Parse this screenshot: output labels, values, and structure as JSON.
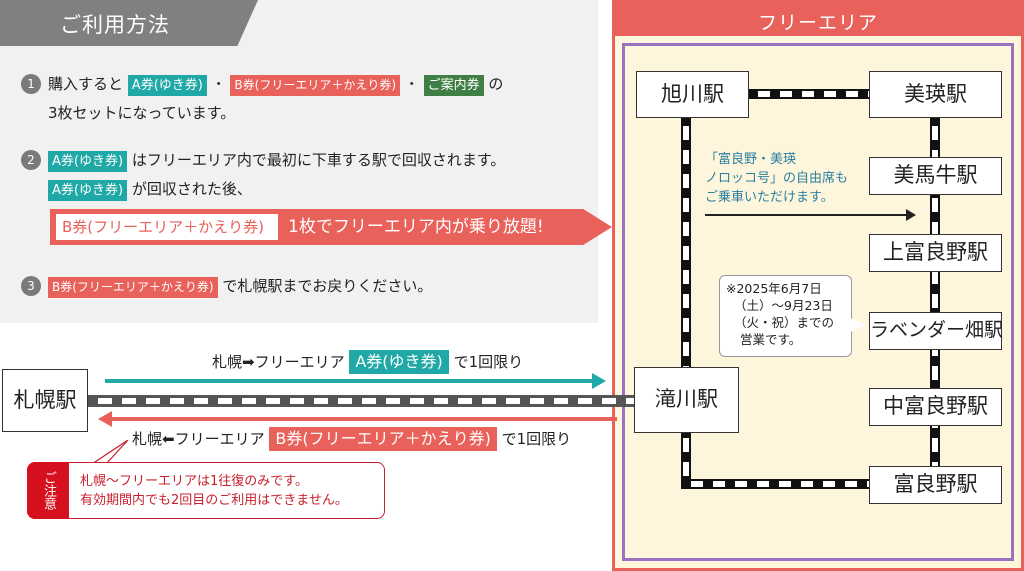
{
  "usage": {
    "title": "ご利用方法",
    "step1": {
      "num": "1",
      "prefix": "購入すると",
      "tag_a": "A券(ゆき券)",
      "sep": "・",
      "tag_b": "B券(フリーエリア＋かえり券)",
      "tag_guide": "ご案内券",
      "suffix": "の",
      "line2": "3枚セットになっています。"
    },
    "step2": {
      "num": "2",
      "tag_a": "A券(ゆき券)",
      "text1": "はフリーエリア内で最初に下車する駅で回収されます。",
      "tag_a2": "A券(ゆき券)",
      "text2": "が回収された後、",
      "banner_tag": "B券(フリーエリア＋かえり券)",
      "banner_text": "1枚でフリーエリア内が乗り放題!"
    },
    "step3": {
      "num": "3",
      "tag_b": "B券(フリーエリア＋かえり券)",
      "text": "で札幌駅までお戻りください。"
    }
  },
  "route": {
    "origin_station": "札幌駅",
    "outbound": {
      "label": "札幌➡フリーエリア",
      "tag": "A券(ゆき券)",
      "suffix": "で1回限り",
      "color": "#1fa8a5"
    },
    "inbound": {
      "label": "札幌⬅フリーエリア",
      "tag": "B券(フリーエリア＋かえり券)",
      "suffix": "で1回限り",
      "color": "#e8615a"
    }
  },
  "caution": {
    "label": "ご注意",
    "line1": "札幌〜フリーエリアは1往復のみです。",
    "line2": "有効期間内でも2回目のご利用はできません。"
  },
  "free_area": {
    "title": "フリーエリア",
    "stations": {
      "asahikawa": "旭川駅",
      "biei": "美瑛駅",
      "bibaushi": "美馬牛駅",
      "kamifurano": "上富良野駅",
      "lavender": "ラベンダー畑駅",
      "nakafurano": "中富良野駅",
      "furano": "富良野駅",
      "takikawa": "滝川駅"
    },
    "norokko_note": {
      "line1": "「富良野・美瑛",
      "line2": "ノロッコ号」の自由席も",
      "line3": "ご乗車いただけます。"
    },
    "lavender_note": {
      "line1": "※2025年6月7日",
      "line2": "（土）〜9月23日",
      "line3": "（火・祝）までの",
      "line4": "営業です。"
    }
  },
  "colors": {
    "teal": "#1fa8a5",
    "coral": "#e8615a",
    "green": "#3f7f45",
    "purple": "#9b72c0",
    "cream": "#fdf6dc",
    "caution_red": "#d6101e",
    "header_gray": "#808080"
  }
}
